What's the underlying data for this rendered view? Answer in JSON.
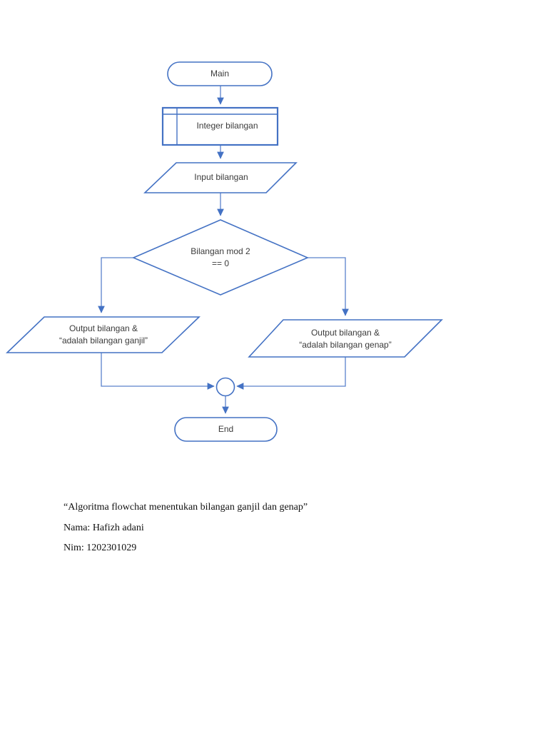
{
  "document": {
    "caption": {
      "line1": "“Algoritma flowchat menentukan bilangan ganjil dan genap”",
      "line2": "Nama: Hafizh adani",
      "line3": "Nim: 1202301029"
    }
  },
  "flowchart": {
    "accent_color": "#4472C4",
    "text_color": "#3b3b3b",
    "nodes": {
      "main": {
        "type": "terminator",
        "label": "Main"
      },
      "declare": {
        "type": "subroutine",
        "label": "Integer bilangan"
      },
      "input": {
        "type": "input-output",
        "label": "Input bilangan"
      },
      "decision": {
        "type": "decision",
        "line1": "Bilangan mod 2",
        "line2": "== 0"
      },
      "output_ganjil": {
        "type": "input-output",
        "line1": "Output bilangan &",
        "line2": "“adalah bilangan ganjil”"
      },
      "output_genap": {
        "type": "input-output",
        "line1": "Output bilangan &",
        "line2": "“adalah bilangan genap”"
      },
      "junction": {
        "type": "connector-circle"
      },
      "end": {
        "type": "terminator",
        "label": "End"
      }
    }
  }
}
